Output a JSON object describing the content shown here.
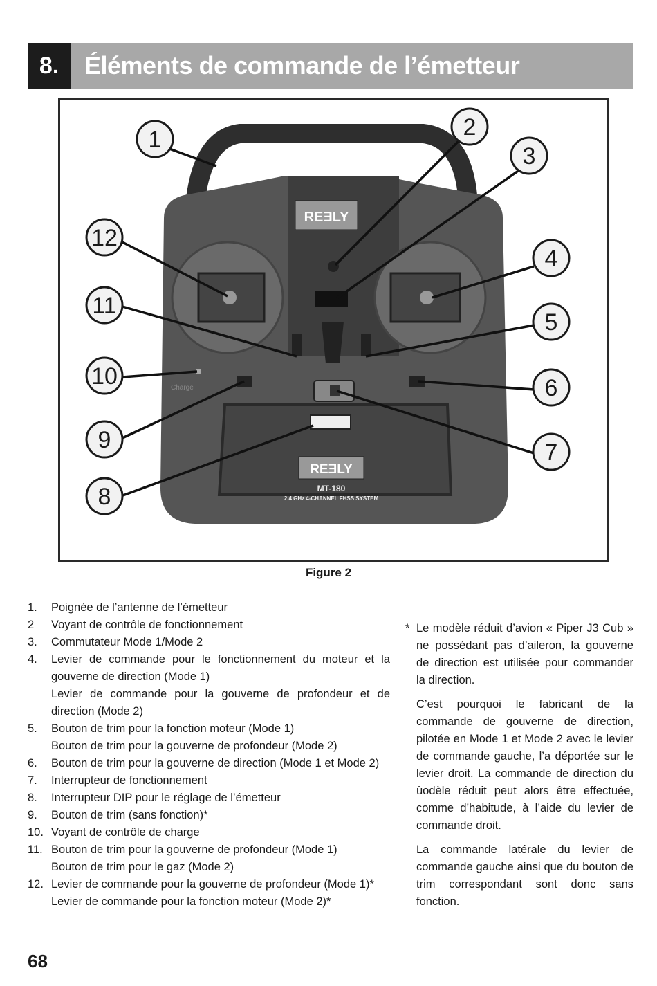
{
  "section": {
    "number": "8.",
    "title": "Éléments de commande de l’émetteur"
  },
  "figure": {
    "caption": "Figure 2",
    "brand": "REƎLY",
    "model": "MT-180",
    "system_text": "2.4 GHz 4-CHANNEL FHSS SYSTEM",
    "charge_label": "Charge",
    "callouts": [
      "1",
      "2",
      "3",
      "4",
      "5",
      "6",
      "7",
      "8",
      "9",
      "10",
      "11",
      "12"
    ]
  },
  "items": [
    {
      "num": "1.",
      "lines": [
        "Poignée de l’antenne de l’émetteur"
      ]
    },
    {
      "num": "2",
      "lines": [
        "Voyant de contrôle de fonctionnement"
      ]
    },
    {
      "num": "3.",
      "lines": [
        "Commutateur Mode 1/Mode 2"
      ]
    },
    {
      "num": "4.",
      "lines": [
        "Levier de commande pour le fonctionnement du moteur et la gouverne de direction (Mode 1)",
        "Levier de commande pour la gouverne de profondeur et de direction (Mode 2)"
      ]
    },
    {
      "num": "5.",
      "lines": [
        "Bouton de trim pour la fonction moteur (Mode 1)",
        "Bouton de trim pour la gouverne de profondeur (Mode 2)"
      ]
    },
    {
      "num": "6.",
      "lines": [
        "Bouton de trim pour la gouverne de direction (Mode 1 et Mode 2)"
      ]
    },
    {
      "num": "7.",
      "lines": [
        "Interrupteur de fonctionnement"
      ]
    },
    {
      "num": "8.",
      "lines": [
        "Interrupteur DIP pour le réglage de l’émetteur"
      ]
    },
    {
      "num": "9.",
      "lines": [
        "Bouton de trim (sans fonction)*"
      ]
    },
    {
      "num": "10.",
      "lines": [
        "Voyant de contrôle de charge"
      ]
    },
    {
      "num": "11.",
      "lines": [
        "Bouton de trim pour la gouverne de profondeur (Mode 1)",
        "Bouton de trim pour le gaz (Mode 2)"
      ]
    },
    {
      "num": "12.",
      "lines": [
        "Levier de commande pour la gouverne de profondeur (Mode 1)*",
        "Levier de commande pour la fonction moteur (Mode 2)*"
      ]
    }
  ],
  "note": {
    "star": "*",
    "paragraphs": [
      "Le modèle réduit d’avion « Piper J3 Cub » ne possédant pas d’aileron, la gouverne de direction est utilisée pour commander la direction.",
      "C’est pourquoi le fabricant de la commande de gouverne de direction, pilotée en Mode 1 et Mode 2 avec le levier de commande gauche, l’a déportée sur le levier droit. La commande de direction du ùodèle réduit peut alors être effectuée, comme d’habitude, à l’aide du levier de commande droit.",
      "La commande latérale du levier de commande gauche ainsi que du bouton de trim correspondant sont donc sans fonction."
    ]
  },
  "page_number": "68"
}
